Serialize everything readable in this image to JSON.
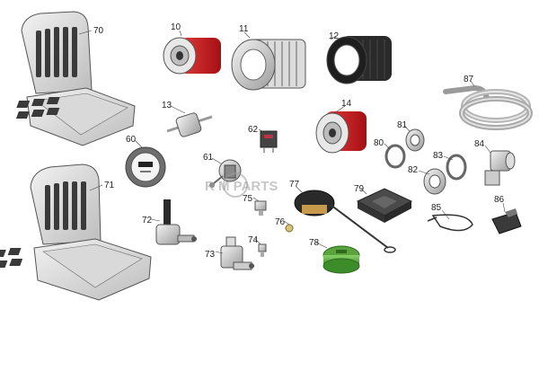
{
  "parts": [
    {
      "id": "seat-upper",
      "label": "70"
    },
    {
      "id": "seat-lower",
      "label": "71"
    },
    {
      "id": "oil-filter-red",
      "label": "10"
    },
    {
      "id": "air-filter-ribbed",
      "label": "11"
    },
    {
      "id": "air-filter-black",
      "label": "12"
    },
    {
      "id": "inline-fuel-filter",
      "label": "13"
    },
    {
      "id": "hydraulic-filter-red",
      "label": "14"
    },
    {
      "id": "hour-meter",
      "label": "60"
    },
    {
      "id": "ignition-switch",
      "label": "61"
    },
    {
      "id": "relay",
      "label": "62"
    },
    {
      "id": "valve-lever",
      "label": "72"
    },
    {
      "id": "valve-body",
      "label": "73"
    },
    {
      "id": "fitting-small",
      "label": "74"
    },
    {
      "id": "fitting-elbow",
      "label": "75"
    },
    {
      "id": "grease-nipple",
      "label": "76"
    },
    {
      "id": "fuel-cap-green",
      "label": "78"
    },
    {
      "id": "fuel-cap-black",
      "label": "77"
    },
    {
      "id": "pad",
      "label": "79"
    },
    {
      "id": "bearing-race-80",
      "label": "80"
    },
    {
      "id": "bearing-81",
      "label": "81"
    },
    {
      "id": "bearing-82",
      "label": "82"
    },
    {
      "id": "bearing-race-83",
      "label": "83"
    },
    {
      "id": "elbow-fitting",
      "label": "84"
    },
    {
      "id": "cable-tie",
      "label": "85"
    },
    {
      "id": "bracket",
      "label": "86"
    },
    {
      "id": "coil-hose",
      "label": "87"
    }
  ],
  "watermark": {
    "text": "R  M PARTS"
  }
}
